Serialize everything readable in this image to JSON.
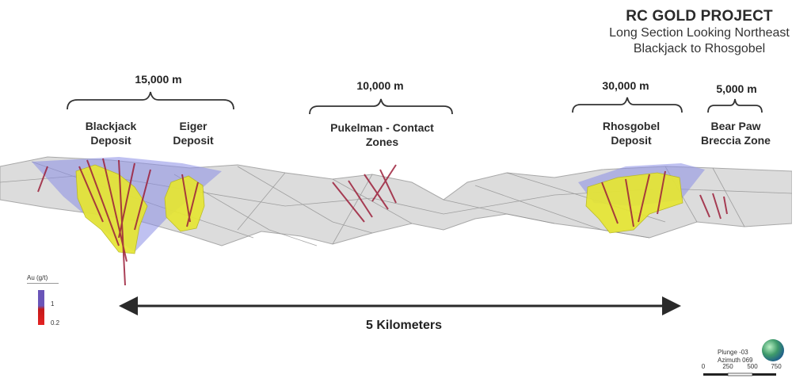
{
  "title": {
    "main": "RC GOLD PROJECT",
    "sub1": "Long Section Looking Northeast",
    "sub2": "Blackjack to Rhosgobel"
  },
  "distances": {
    "blackjack_eiger": "15,000 m",
    "pukelman": "10,000 m",
    "rhosgobel": "30,000 m",
    "bear_paw": "5,000 m"
  },
  "zones": {
    "blackjack": [
      "Blackjack",
      "Deposit"
    ],
    "eiger": [
      "Eiger",
      "Deposit"
    ],
    "pukelman": [
      "Pukelman - Contact",
      "Zones"
    ],
    "rhosgobel": [
      "Rhosgobel",
      "Deposit"
    ],
    "bear_paw": [
      "Bear Paw",
      "Breccia Zone"
    ]
  },
  "scale_label": "5 Kilometers",
  "legend": {
    "title": "Au (g/t)",
    "values": [
      "1",
      "0.2"
    ],
    "colors": {
      "high": "#6a55b8",
      "low": "#e42222"
    }
  },
  "orientation": {
    "plunge": "Plunge -03",
    "azimuth": "Azimuth 069"
  },
  "scalebar_ticks": [
    "0",
    "250",
    "500",
    "750"
  ],
  "colors": {
    "surface": "#c8c8c8",
    "orebody": "#e6e633",
    "envelope": "#8a8ee6",
    "drillhole": "#9c1f3a"
  }
}
